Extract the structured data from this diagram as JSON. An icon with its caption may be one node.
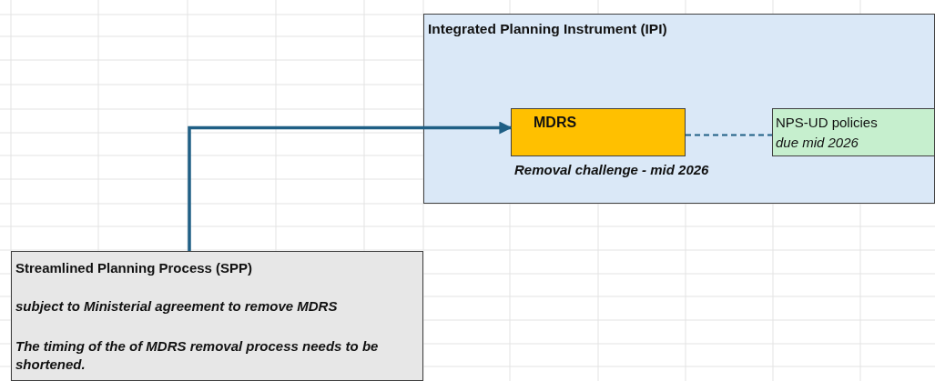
{
  "diagram": {
    "nodes": [
      {
        "text": [
          "Integrated Planning Instrument (IPI)"
        ]
      },
      {
        "text": [
          "MDRS"
        ],
        "in": 0,
        "beside": [
          "Removal challenge - mid 2026"
        ]
      },
      {
        "text": [
          "NPS-UD policies",
          "due mid 2026"
        ],
        "in": 0
      },
      {
        "text": [
          "Streamlined Planning Process (SPP)",
          "subject to Ministerial agreement to remove MDRS",
          "The timing of the of MDRS removal process needs to be shortened."
        ]
      }
    ],
    "edges": [
      {
        "from": 3,
        "to": 1,
        "arrow": "to"
      },
      {
        "from": 1,
        "to": 2,
        "arrow": "none",
        "style": "dashed"
      }
    ]
  }
}
